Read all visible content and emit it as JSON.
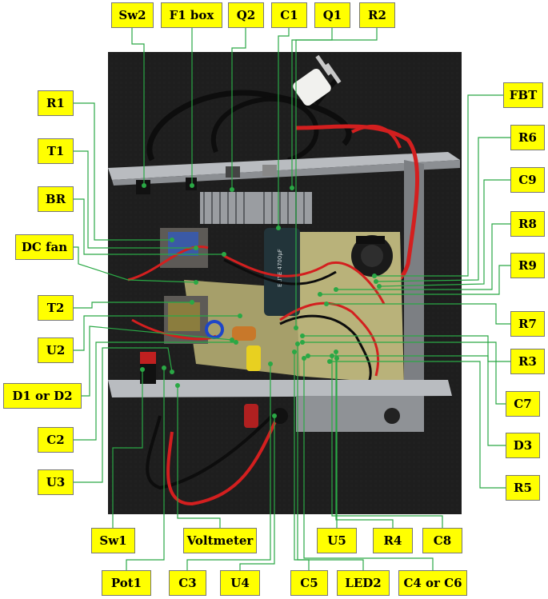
{
  "colors": {
    "label_bg": "#ffff00",
    "leader_line": "#2aa845",
    "dot": "#2aa845",
    "backdrop": "#1c1c1c",
    "chassis": "#b9bcc0",
    "pcb": "#b9b27a",
    "wire_red": "#d31f1f",
    "wire_black": "#0d0d0d"
  },
  "labels": {
    "sw2": "Sw2",
    "f1box": "F1 box",
    "q2": "Q2",
    "c1": "C1",
    "q1": "Q1",
    "r2": "R2",
    "r1": "R1",
    "t1": "T1",
    "br": "BR",
    "dcfan": "DC fan",
    "t2": "T2",
    "u2": "U2",
    "d1d2": "D1 or D2",
    "c2": "C2",
    "u3": "U3",
    "fbt": "FBT",
    "r6": "R6",
    "c9": "C9",
    "r8": "R8",
    "r9": "R9",
    "r7": "R7",
    "r3": "R3",
    "c7": "C7",
    "d3": "D3",
    "r5": "R5",
    "sw1": "Sw1",
    "voltmeter": "Voltmeter",
    "u5": "U5",
    "r4": "R4",
    "c8": "C8",
    "pot1": "Pot1",
    "c3": "C3",
    "u4": "U4",
    "c5": "C5",
    "led2": "LED2",
    "c4c6": "C4 or C6"
  },
  "components": {
    "electrolytic_cap_text": "ELITE 4700µF"
  }
}
